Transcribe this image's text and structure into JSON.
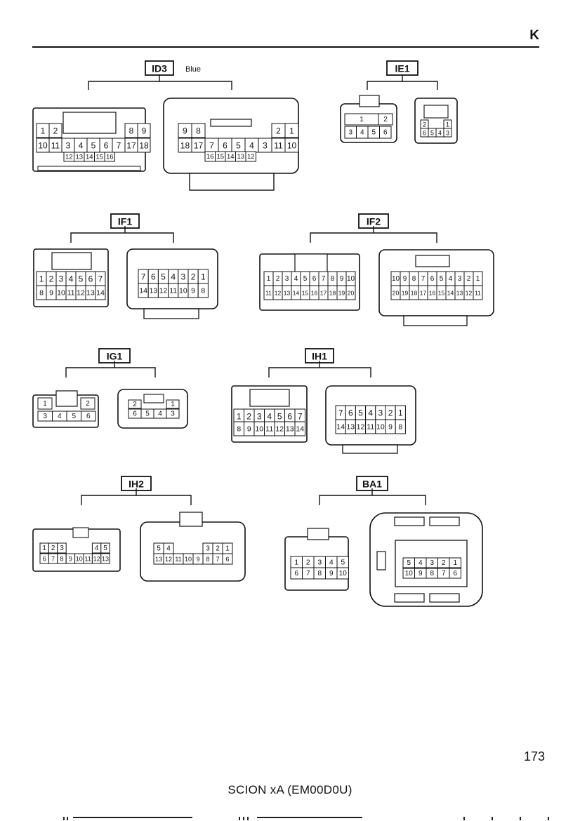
{
  "header": {
    "section_letter": "K"
  },
  "footer": {
    "page_number": "173",
    "model": "SCION xA (EM00D0U)"
  },
  "connectors": [
    {
      "id": "ID3",
      "note": "Blue",
      "male": {
        "top": [
          "1",
          "2",
          "",
          "",
          "",
          "",
          "",
          "8",
          "9"
        ],
        "mid": [
          "10",
          "11",
          "3",
          "4",
          "5",
          "6",
          "7",
          "17",
          "18"
        ],
        "low": [
          "12",
          "13",
          "14",
          "15",
          "16"
        ]
      },
      "female": {
        "top": [
          "9",
          "8",
          "",
          "",
          "",
          "",
          "",
          "2",
          "1"
        ],
        "mid": [
          "18",
          "17",
          "7",
          "6",
          "5",
          "4",
          "3",
          "11",
          "10"
        ],
        "low": [
          "16",
          "15",
          "14",
          "13",
          "12"
        ]
      }
    },
    {
      "id": "IE1",
      "male": {
        "top": [
          "1",
          "2"
        ],
        "bottom": [
          "3",
          "4",
          "5",
          "6"
        ]
      },
      "female": {
        "top": [
          "2",
          "1"
        ],
        "bottom": [
          "6",
          "5",
          "4",
          "3"
        ]
      }
    },
    {
      "id": "IF1",
      "male": {
        "top": [
          "1",
          "2",
          "3",
          "4",
          "5",
          "6",
          "7"
        ],
        "bottom": [
          "8",
          "9",
          "10",
          "11",
          "12",
          "13",
          "14"
        ]
      },
      "female": {
        "top": [
          "7",
          "6",
          "5",
          "4",
          "3",
          "2",
          "1"
        ],
        "bottom": [
          "14",
          "13",
          "12",
          "11",
          "10",
          "9",
          "8"
        ]
      }
    },
    {
      "id": "IF2",
      "male": {
        "top": [
          "1",
          "2",
          "3",
          "4",
          "5",
          "6",
          "7",
          "8",
          "9",
          "10"
        ],
        "bottom": [
          "11",
          "12",
          "13",
          "14",
          "15",
          "16",
          "17",
          "18",
          "19",
          "20"
        ]
      },
      "female": {
        "top": [
          "10",
          "9",
          "8",
          "7",
          "6",
          "5",
          "4",
          "3",
          "2",
          "1"
        ],
        "bottom": [
          "20",
          "19",
          "18",
          "17",
          "16",
          "15",
          "14",
          "13",
          "12",
          "11"
        ]
      }
    },
    {
      "id": "IG1",
      "male": {
        "top": [
          "1",
          "2"
        ],
        "bottom": [
          "3",
          "4",
          "5",
          "6"
        ]
      },
      "female": {
        "top": [
          "2",
          "1"
        ],
        "bottom": [
          "6",
          "5",
          "4",
          "3"
        ]
      }
    },
    {
      "id": "IH1",
      "male": {
        "top": [
          "1",
          "2",
          "3",
          "4",
          "5",
          "6",
          "7"
        ],
        "bottom": [
          "8",
          "9",
          "10",
          "11",
          "12",
          "13",
          "14"
        ]
      },
      "female": {
        "top": [
          "7",
          "6",
          "5",
          "4",
          "3",
          "2",
          "1"
        ],
        "bottom": [
          "14",
          "13",
          "12",
          "11",
          "10",
          "9",
          "8"
        ]
      }
    },
    {
      "id": "IH2",
      "male": {
        "top": [
          "1",
          "2",
          "3",
          "",
          "",
          "",
          "4",
          "5"
        ],
        "bottom": [
          "6",
          "7",
          "8",
          "9",
          "10",
          "11",
          "12",
          "13"
        ]
      },
      "female": {
        "top": [
          "5",
          "4",
          "",
          "",
          "",
          "3",
          "2",
          "1"
        ],
        "bottom": [
          "13",
          "12",
          "11",
          "10",
          "9",
          "8",
          "7",
          "6"
        ]
      }
    },
    {
      "id": "BA1",
      "male": {
        "top": [
          "1",
          "2",
          "3",
          "4",
          "5"
        ],
        "bottom": [
          "6",
          "7",
          "8",
          "9",
          "10"
        ]
      },
      "female": {
        "top": [
          "5",
          "4",
          "3",
          "2",
          "1"
        ],
        "bottom": [
          "10",
          "9",
          "8",
          "7",
          "6"
        ]
      }
    }
  ]
}
